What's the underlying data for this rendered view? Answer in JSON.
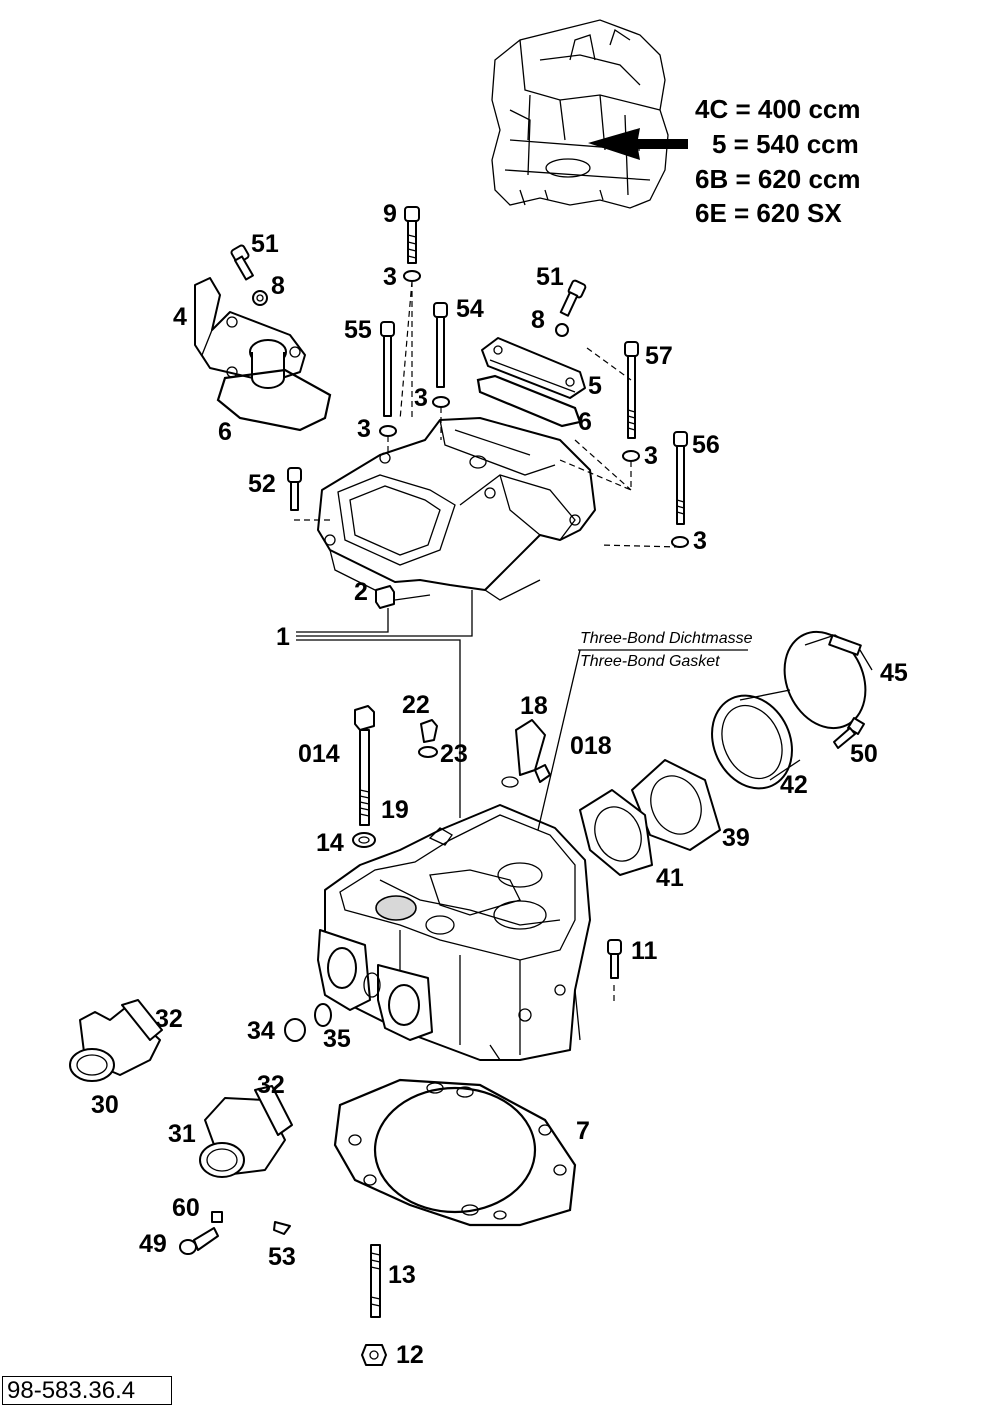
{
  "legend": [
    "4C = 400 ccm",
    "5 = 540 ccm",
    "6B = 620 ccm",
    "6E = 620 SX"
  ],
  "note": {
    "line1": "Three-Bond Dichtmasse",
    "line2": "Three-Bond Gasket"
  },
  "labels": {
    "p9": "9",
    "p51a": "51",
    "p8a": "8",
    "p4": "4",
    "p6a": "6",
    "p3a": "3",
    "p51b": "51",
    "p8b": "8",
    "p54": "54",
    "p55": "55",
    "p57": "57",
    "p5": "5",
    "p3b": "3",
    "p6b": "6",
    "p3c": "3",
    "p3d": "3",
    "p56": "56",
    "p52": "52",
    "p3e": "3",
    "p2": "2",
    "p1": "1",
    "p22": "22",
    "p18": "18",
    "p014": "014",
    "p23": "23",
    "p018": "018",
    "p45": "45",
    "p50": "50",
    "p42": "42",
    "p19": "19",
    "p14": "14",
    "p39": "39",
    "p41": "41",
    "p11": "11",
    "p32a": "32",
    "p34": "34",
    "p35": "35",
    "p30": "30",
    "p32b": "32",
    "p31": "31",
    "p7": "7",
    "p60": "60",
    "p49": "49",
    "p53": "53",
    "p13": "13",
    "p12": "12"
  },
  "doc_number": "98-583.36.4"
}
